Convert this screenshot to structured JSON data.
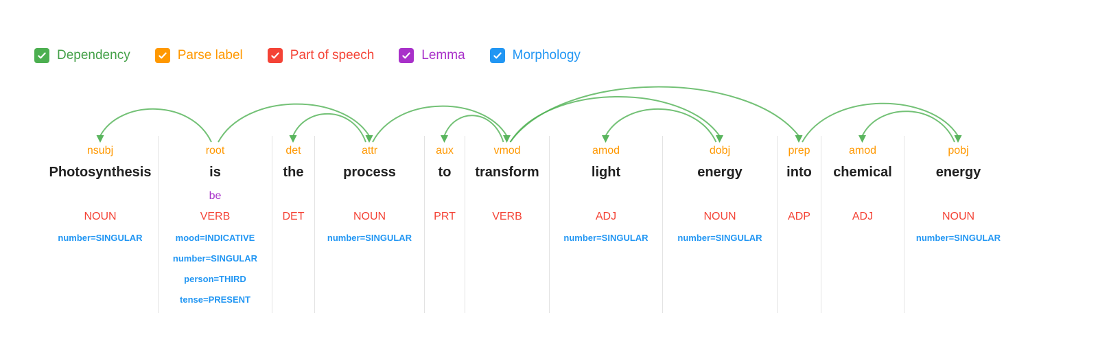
{
  "legend": {
    "items": [
      {
        "label": "Dependency",
        "checked": true,
        "color": "#4CAF50"
      },
      {
        "label": "Parse label",
        "checked": true,
        "color": "#FF9800"
      },
      {
        "label": "Part of speech",
        "checked": true,
        "color": "#F44336"
      },
      {
        "label": "Lemma",
        "checked": true,
        "color": "#A830C9"
      },
      {
        "label": "Morphology",
        "checked": true,
        "color": "#2196F3"
      }
    ]
  },
  "sentence": "Photosynthesis is the process to transform light energy into chemical energy",
  "tokens": [
    {
      "word": "Photosynthesis",
      "parse_label": "nsubj",
      "lemma": "",
      "pos": "NOUN",
      "morphology": [
        "number=SINGULAR"
      ]
    },
    {
      "word": "is",
      "parse_label": "root",
      "lemma": "be",
      "pos": "VERB",
      "morphology": [
        "mood=INDICATIVE",
        "number=SINGULAR",
        "person=THIRD",
        "tense=PRESENT"
      ]
    },
    {
      "word": "the",
      "parse_label": "det",
      "lemma": "",
      "pos": "DET",
      "morphology": []
    },
    {
      "word": "process",
      "parse_label": "attr",
      "lemma": "",
      "pos": "NOUN",
      "morphology": [
        "number=SINGULAR"
      ]
    },
    {
      "word": "to",
      "parse_label": "aux",
      "lemma": "",
      "pos": "PRT",
      "morphology": []
    },
    {
      "word": "transform",
      "parse_label": "vmod",
      "lemma": "",
      "pos": "VERB",
      "morphology": []
    },
    {
      "word": "light",
      "parse_label": "amod",
      "lemma": "",
      "pos": "ADJ",
      "morphology": [
        "number=SINGULAR"
      ]
    },
    {
      "word": "energy",
      "parse_label": "dobj",
      "lemma": "",
      "pos": "NOUN",
      "morphology": [
        "number=SINGULAR"
      ]
    },
    {
      "word": "into",
      "parse_label": "prep",
      "lemma": "",
      "pos": "ADP",
      "morphology": []
    },
    {
      "word": "chemical",
      "parse_label": "amod",
      "lemma": "",
      "pos": "ADJ",
      "morphology": []
    },
    {
      "word": "energy",
      "parse_label": "pobj",
      "lemma": "",
      "pos": "NOUN",
      "morphology": [
        "number=SINGULAR"
      ]
    }
  ],
  "dependencies": [
    {
      "head": 1,
      "dependent": 0,
      "label": "nsubj"
    },
    {
      "head": 3,
      "dependent": 2,
      "label": "det"
    },
    {
      "head": 1,
      "dependent": 3,
      "label": "attr"
    },
    {
      "head": 5,
      "dependent": 4,
      "label": "aux"
    },
    {
      "head": 3,
      "dependent": 5,
      "label": "vmod"
    },
    {
      "head": 7,
      "dependent": 6,
      "label": "amod"
    },
    {
      "head": 5,
      "dependent": 7,
      "label": "dobj"
    },
    {
      "head": 5,
      "dependent": 8,
      "label": "prep"
    },
    {
      "head": 8,
      "dependent": 10,
      "label": "pobj"
    },
    {
      "head": 10,
      "dependent": 9,
      "label": "amod"
    }
  ],
  "colors": {
    "dependency_arc": "#4CAF50",
    "parse_label": "#FF9800",
    "part_of_speech": "#F44336",
    "lemma": "#A830C9",
    "morphology": "#2196F3",
    "word_text": "#212121",
    "column_divider": "#e3e3e3"
  }
}
